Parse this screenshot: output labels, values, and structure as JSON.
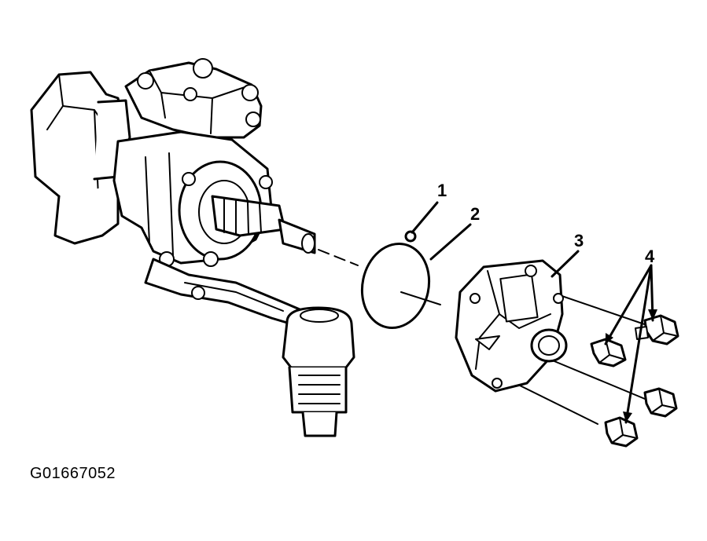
{
  "figure": {
    "id": "G01667052",
    "callouts": [
      {
        "key": "c1",
        "label": "1"
      },
      {
        "key": "c2",
        "label": "2"
      },
      {
        "key": "c3",
        "label": "3"
      },
      {
        "key": "c4",
        "label": "4"
      }
    ],
    "colors": {
      "ink": "#000000",
      "background": "#ffffff"
    }
  }
}
